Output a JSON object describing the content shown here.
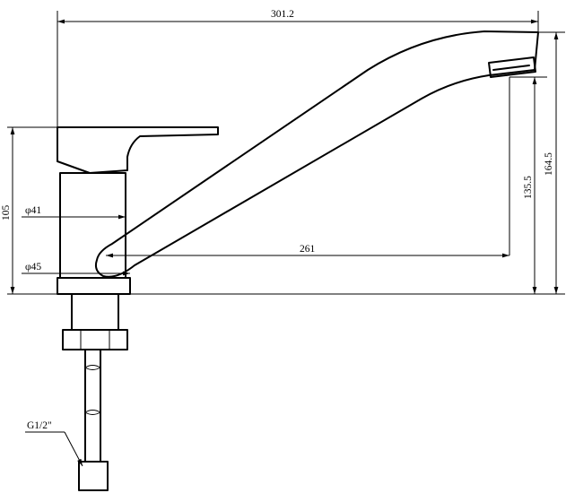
{
  "drawing": {
    "dimensions": {
      "overall_length": "301.2",
      "overall_height": "164.5",
      "spout_height": "135.5",
      "spout_reach": "261",
      "body_height": "105",
      "body_diameter": "φ41",
      "base_diameter": "φ45",
      "hose_thread": "G1/2\""
    },
    "colors": {
      "line": "#000000",
      "background": "#ffffff"
    }
  }
}
